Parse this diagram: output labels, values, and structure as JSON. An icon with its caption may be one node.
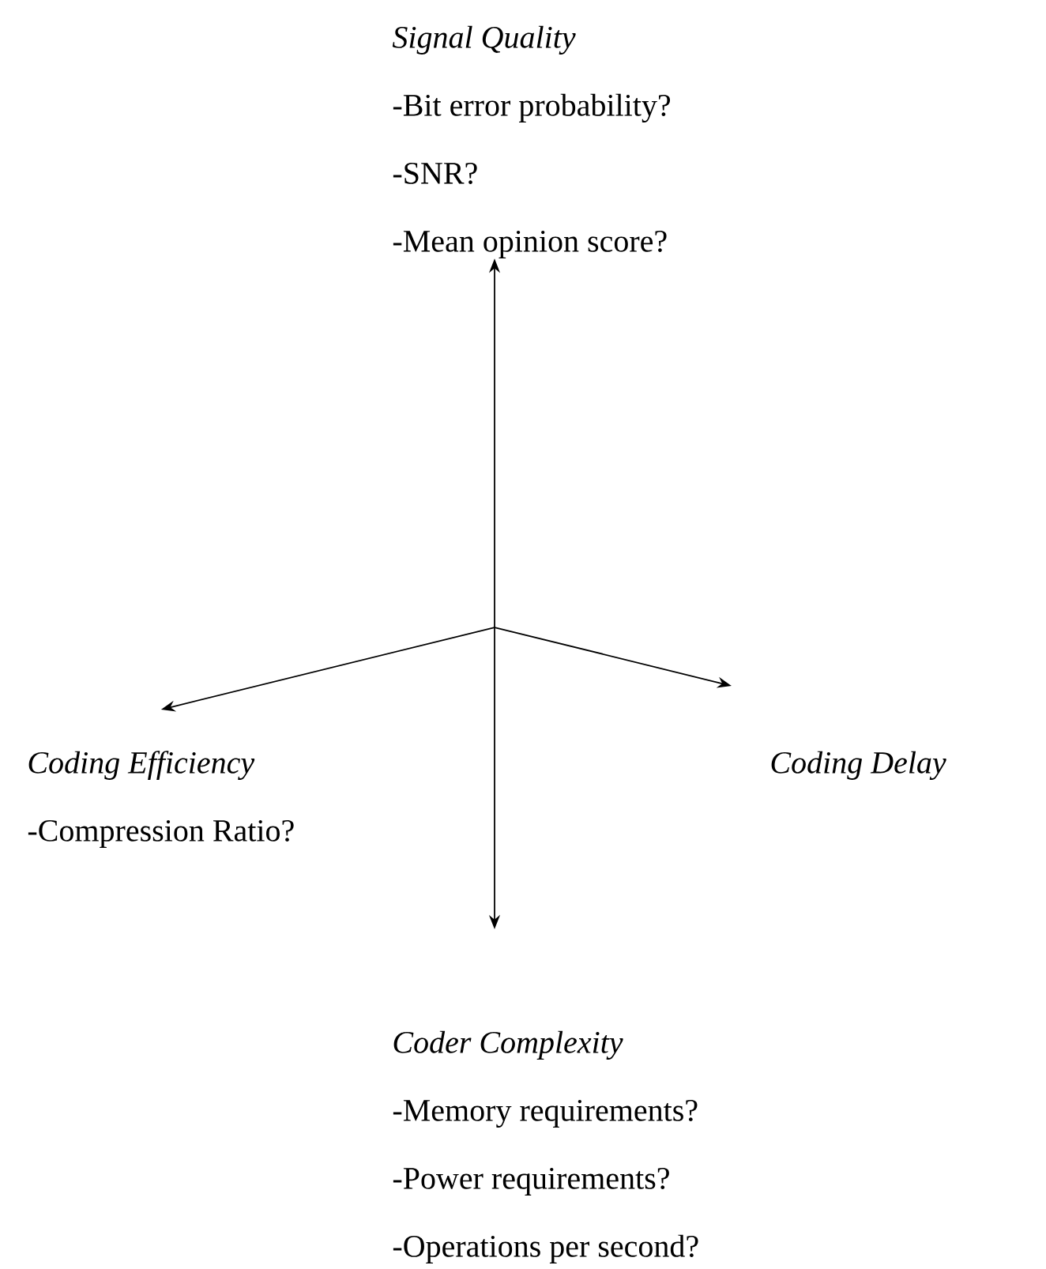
{
  "diagram": {
    "nodes": [
      {
        "text": [
          "Signal Quality",
          "-Bit error probability?",
          "-SNR?",
          "-Mean opinion score?"
        ]
      },
      {
        "text": [
          "Coding Efficiency",
          "-Compression Ratio?"
        ]
      },
      {
        "text": [
          "Coding Delay"
        ]
      },
      {
        "text": [
          "Coder Complexity",
          "-Memory requirements?",
          "-Power requirements?",
          "-Operations per second?"
        ]
      }
    ],
    "edges": [
      {
        "from": null,
        "to": 0,
        "arrow": "to"
      },
      {
        "from": null,
        "to": 1,
        "arrow": "to"
      },
      {
        "from": null,
        "to": 2,
        "arrow": "to"
      },
      {
        "from": null,
        "to": 3,
        "arrow": "to"
      }
    ]
  }
}
